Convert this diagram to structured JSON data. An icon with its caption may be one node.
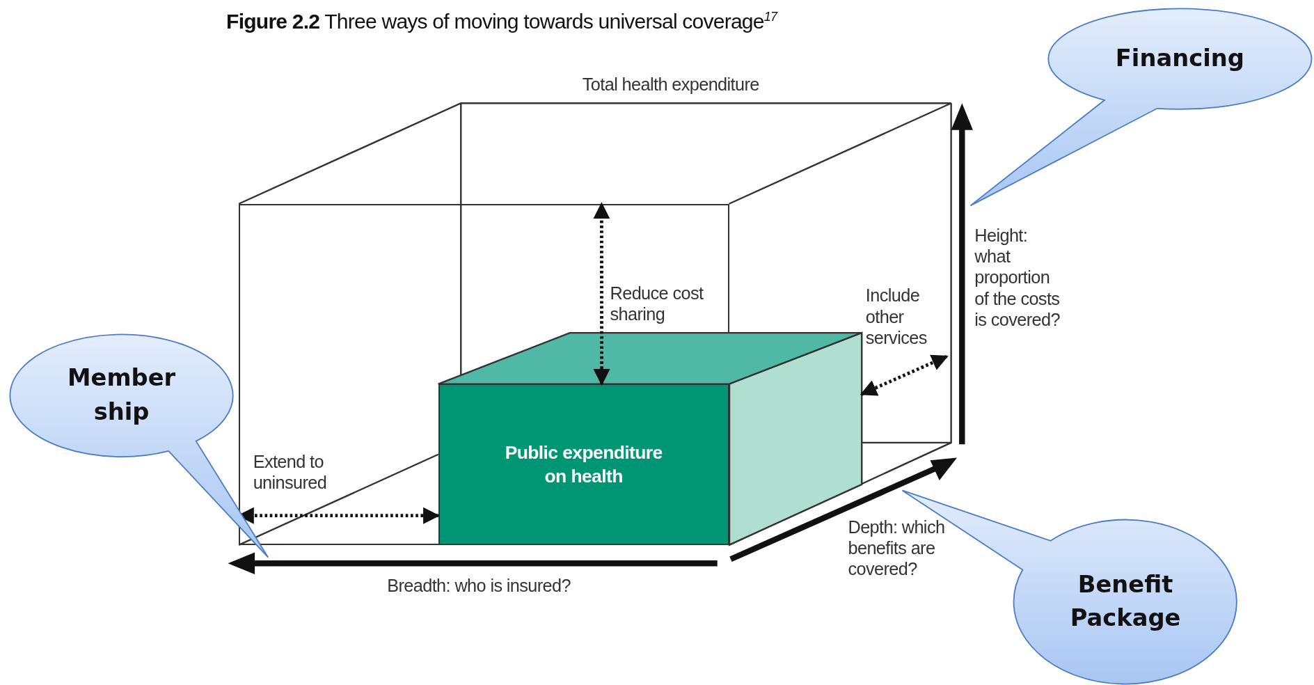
{
  "diagram": {
    "title": "**Figure 2.2** Three ways of moving towards universal coverage$^{17}$",
    "nodes": [
      {
        "text": [
          "Financing"
        ]
      },
      {
        "text": [],
        "shape": "box"
      },
      {
        "text": [
          "Public expenditure on health"
        ],
        "in": 1
      },
      {
        "text": [],
        "shape": "box"
      },
      {
        "text": [
          "Member ship"
        ]
      },
      {
        "text": [
          "Benefit Package"
        ]
      }
    ],
    "edges": [
      {
        "from": 2,
        "to": 1,
        "arrow": "both",
        "style": "dashed",
        "label": "Reduce cost sharing"
      },
      {
        "from": 2,
        "to": 1,
        "arrow": "both",
        "style": "dashed",
        "label": "Extend to uninsured"
      },
      {
        "from": 3,
        "to": null,
        "arrow": "both",
        "style": "dashed",
        "label": "Include other services"
      }
    ],
    "labels": [
      "Total health expenditure",
      "Height: what proportion of the costs is covered?",
      "Breadth: who is insured?",
      "Depth: which benefits are covered?"
    ]
  }
}
